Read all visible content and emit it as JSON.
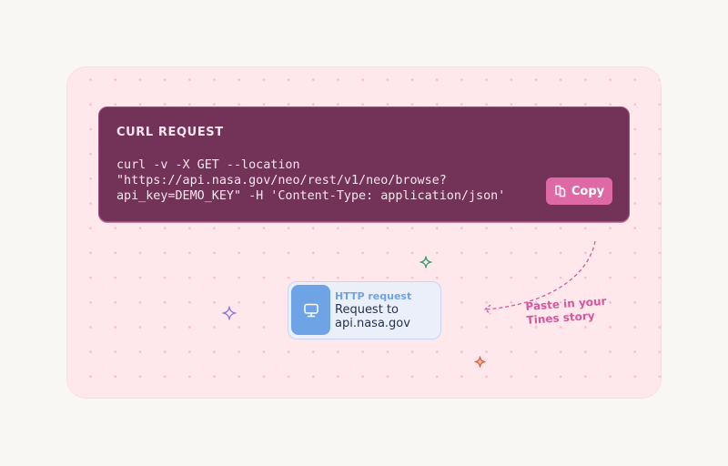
{
  "curl_card": {
    "title": "CURL REQUEST",
    "code_lines": [
      "curl -v -X GET --location",
      "\"https://api.nasa.gov/neo/rest/v1/neo/browse?",
      "api_key=DEMO_KEY\" -H 'Content-Type: application/json'"
    ],
    "copy_button": {
      "label": "Copy",
      "icon": "copy-icon"
    }
  },
  "http_card": {
    "icon": "monitor-icon",
    "label": "HTTP request",
    "title_line1": "Request to",
    "title_line2": "api.nasa.gov"
  },
  "annotation": {
    "line1": "Paste in your",
    "line2": "Tines story"
  },
  "colors": {
    "background": "#f9f7f3",
    "panel": "#fee8ec",
    "curl_card": "#733258",
    "copy_button": "#de69a5",
    "http_card": "#eaeff9",
    "http_icon_box": "#6ea3e6",
    "annotation": "#d5589b",
    "sparkle_green": "#3e9c6e",
    "sparkle_purple": "#8c7ad8",
    "sparkle_orange": "#d8643f"
  }
}
